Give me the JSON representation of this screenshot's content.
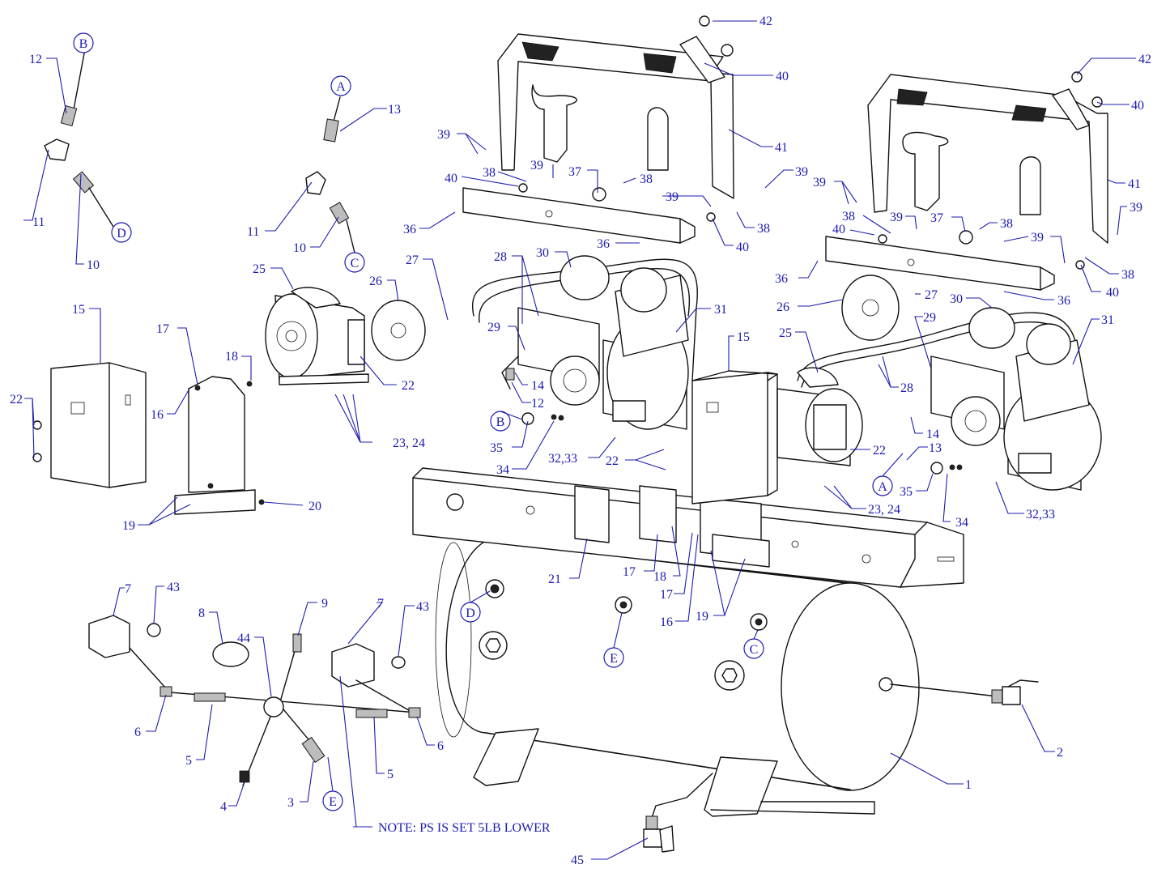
{
  "note": "NOTE: PS IS SET 5LB LOWER",
  "colors": {
    "callout": "#1b1bb0",
    "line": "#111111",
    "background": "#ffffff"
  },
  "callouts": [
    {
      "id": "c12a",
      "text": "12"
    },
    {
      "id": "c11a",
      "text": "11"
    },
    {
      "id": "c10a",
      "text": "10"
    },
    {
      "id": "c13a",
      "text": "13"
    },
    {
      "id": "c11b",
      "text": "11"
    },
    {
      "id": "c10b",
      "text": "10"
    },
    {
      "id": "c25a",
      "text": "25"
    },
    {
      "id": "c26a",
      "text": "26"
    },
    {
      "id": "c27a",
      "text": "27"
    },
    {
      "id": "c22a",
      "text": "22"
    },
    {
      "id": "c2324a",
      "text": "23, 24"
    },
    {
      "id": "c15a",
      "text": "15"
    },
    {
      "id": "c22b",
      "text": "22"
    },
    {
      "id": "c17a",
      "text": "17"
    },
    {
      "id": "c18a",
      "text": "18"
    },
    {
      "id": "c16a",
      "text": "16"
    },
    {
      "id": "c19a",
      "text": "19"
    },
    {
      "id": "c20a",
      "text": "20"
    },
    {
      "id": "c7a",
      "text": "7"
    },
    {
      "id": "c43a",
      "text": "43"
    },
    {
      "id": "c8",
      "text": "8"
    },
    {
      "id": "c44",
      "text": "44"
    },
    {
      "id": "c9",
      "text": "9"
    },
    {
      "id": "c7b",
      "text": "7"
    },
    {
      "id": "c43b",
      "text": "43"
    },
    {
      "id": "c6a",
      "text": "6"
    },
    {
      "id": "c5a",
      "text": "5"
    },
    {
      "id": "c4",
      "text": "4"
    },
    {
      "id": "c3",
      "text": "3"
    },
    {
      "id": "c5b",
      "text": "5"
    },
    {
      "id": "c6b",
      "text": "6"
    },
    {
      "id": "c45",
      "text": "45"
    },
    {
      "id": "c42a",
      "text": "42"
    },
    {
      "id": "c40a",
      "text": "40"
    },
    {
      "id": "c41a",
      "text": "41"
    },
    {
      "id": "c39a",
      "text": "39"
    },
    {
      "id": "c39b",
      "text": "39"
    },
    {
      "id": "c39c",
      "text": "39"
    },
    {
      "id": "c38a",
      "text": "38"
    },
    {
      "id": "c40b",
      "text": "40"
    },
    {
      "id": "c37a",
      "text": "37"
    },
    {
      "id": "c38b",
      "text": "38"
    },
    {
      "id": "c39d",
      "text": "39"
    },
    {
      "id": "c36a",
      "text": "36"
    },
    {
      "id": "c36b",
      "text": "36"
    },
    {
      "id": "c40c",
      "text": "40"
    },
    {
      "id": "c38c",
      "text": "38"
    },
    {
      "id": "c28a",
      "text": "28"
    },
    {
      "id": "c30a",
      "text": "30"
    },
    {
      "id": "c31a",
      "text": "31"
    },
    {
      "id": "c29a",
      "text": "29"
    },
    {
      "id": "c14a",
      "text": "14"
    },
    {
      "id": "c12b",
      "text": "12"
    },
    {
      "id": "c35a",
      "text": "35"
    },
    {
      "id": "c34a",
      "text": "34"
    },
    {
      "id": "c3233a",
      "text": "32,33"
    },
    {
      "id": "c22c",
      "text": "22"
    },
    {
      "id": "c15b",
      "text": "15"
    },
    {
      "id": "c42b",
      "text": "42"
    },
    {
      "id": "c40d",
      "text": "40"
    },
    {
      "id": "c41b",
      "text": "41"
    },
    {
      "id": "c39e",
      "text": "39"
    },
    {
      "id": "c39f",
      "text": "39"
    },
    {
      "id": "c38d",
      "text": "38"
    },
    {
      "id": "c39g",
      "text": "39"
    },
    {
      "id": "c37b",
      "text": "37"
    },
    {
      "id": "c38e",
      "text": "38"
    },
    {
      "id": "c40e",
      "text": "40"
    },
    {
      "id": "c39h",
      "text": "39"
    },
    {
      "id": "c36c",
      "text": "36"
    },
    {
      "id": "c38f",
      "text": "38"
    },
    {
      "id": "c40f",
      "text": "40"
    },
    {
      "id": "c36d",
      "text": "36"
    },
    {
      "id": "c26b",
      "text": "26"
    },
    {
      "id": "c27b",
      "text": "27"
    },
    {
      "id": "c30b",
      "text": "30"
    },
    {
      "id": "c31b",
      "text": "31"
    },
    {
      "id": "c25b",
      "text": "25"
    },
    {
      "id": "c29b",
      "text": "29"
    },
    {
      "id": "c28b",
      "text": "28"
    },
    {
      "id": "c14b",
      "text": "14"
    },
    {
      "id": "c22d",
      "text": "22"
    },
    {
      "id": "c13b",
      "text": "13"
    },
    {
      "id": "c35b",
      "text": "35"
    },
    {
      "id": "c2324b",
      "text": "23, 24"
    },
    {
      "id": "c34b",
      "text": "34"
    },
    {
      "id": "c3233b",
      "text": "32,33"
    },
    {
      "id": "c21",
      "text": "21"
    },
    {
      "id": "c17b",
      "text": "17"
    },
    {
      "id": "c18b",
      "text": "18"
    },
    {
      "id": "c17c",
      "text": "17"
    },
    {
      "id": "c16b",
      "text": "16"
    },
    {
      "id": "c19b",
      "text": "19"
    },
    {
      "id": "c1",
      "text": "1"
    },
    {
      "id": "c2",
      "text": "2"
    }
  ],
  "port_markers": [
    {
      "id": "pB1",
      "text": "B"
    },
    {
      "id": "pD1",
      "text": "D"
    },
    {
      "id": "pA1",
      "text": "A"
    },
    {
      "id": "pC1",
      "text": "C"
    },
    {
      "id": "pB2",
      "text": "B"
    },
    {
      "id": "pA2",
      "text": "A"
    },
    {
      "id": "pD2",
      "text": "D"
    },
    {
      "id": "pE2",
      "text": "E"
    },
    {
      "id": "pC2",
      "text": "C"
    },
    {
      "id": "pE1",
      "text": "E"
    }
  ]
}
